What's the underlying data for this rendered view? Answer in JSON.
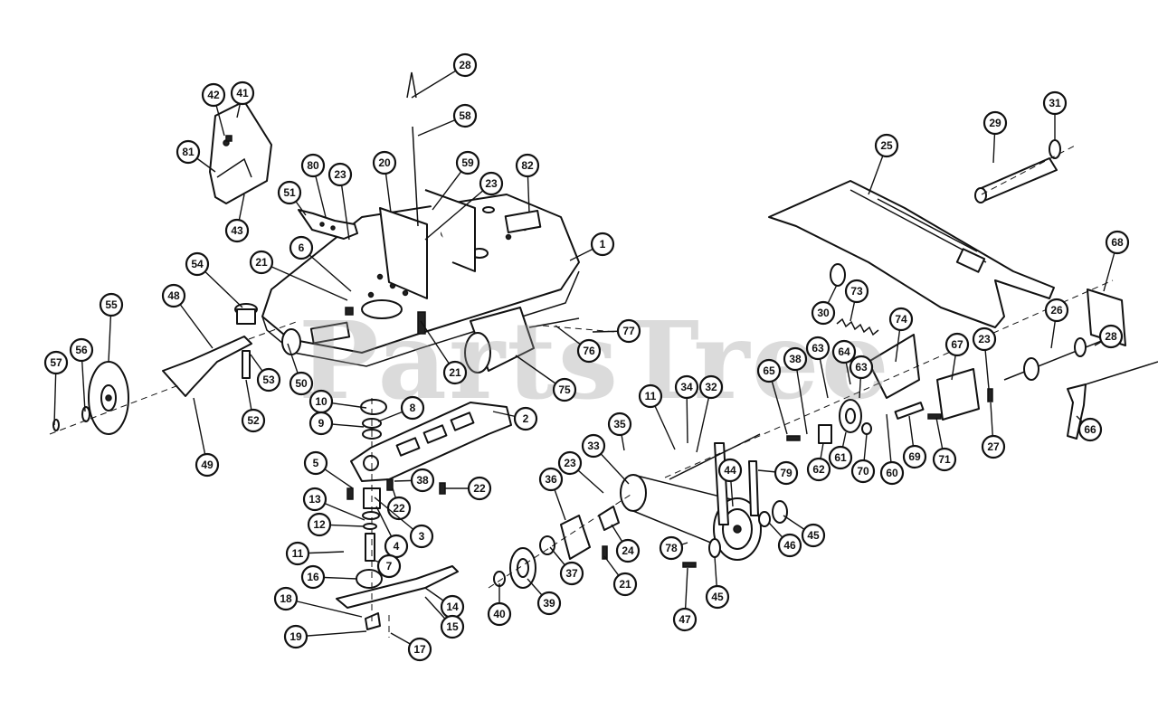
{
  "watermark": "PartsTree",
  "callouts": [
    {
      "label": "28"
    },
    {
      "label": "58"
    },
    {
      "label": "42"
    },
    {
      "label": "41"
    },
    {
      "label": "81"
    },
    {
      "label": "43"
    },
    {
      "label": "80"
    },
    {
      "label": "51"
    },
    {
      "label": "23"
    },
    {
      "label": "20"
    },
    {
      "label": "59"
    },
    {
      "label": "23"
    },
    {
      "label": "82"
    },
    {
      "label": "1"
    },
    {
      "label": "54"
    },
    {
      "label": "55"
    },
    {
      "label": "48"
    },
    {
      "label": "6"
    },
    {
      "label": "21"
    },
    {
      "label": "57"
    },
    {
      "label": "56"
    },
    {
      "label": "53"
    },
    {
      "label": "52"
    },
    {
      "label": "50"
    },
    {
      "label": "49"
    },
    {
      "label": "21"
    },
    {
      "label": "77"
    },
    {
      "label": "76"
    },
    {
      "label": "75"
    },
    {
      "label": "10"
    },
    {
      "label": "8"
    },
    {
      "label": "9"
    },
    {
      "label": "2"
    },
    {
      "label": "5"
    },
    {
      "label": "38"
    },
    {
      "label": "22"
    },
    {
      "label": "22"
    },
    {
      "label": "13"
    },
    {
      "label": "12"
    },
    {
      "label": "4"
    },
    {
      "label": "3"
    },
    {
      "label": "11"
    },
    {
      "label": "7"
    },
    {
      "label": "16"
    },
    {
      "label": "14"
    },
    {
      "label": "15"
    },
    {
      "label": "18"
    },
    {
      "label": "19"
    },
    {
      "label": "17"
    },
    {
      "label": "11"
    },
    {
      "label": "34"
    },
    {
      "label": "32"
    },
    {
      "label": "35"
    },
    {
      "label": "33"
    },
    {
      "label": "23"
    },
    {
      "label": "36"
    },
    {
      "label": "24"
    },
    {
      "label": "21"
    },
    {
      "label": "37"
    },
    {
      "label": "39"
    },
    {
      "label": "40"
    },
    {
      "label": "44"
    },
    {
      "label": "79"
    },
    {
      "label": "78"
    },
    {
      "label": "45"
    },
    {
      "label": "46"
    },
    {
      "label": "45"
    },
    {
      "label": "47"
    },
    {
      "label": "25"
    },
    {
      "label": "29"
    },
    {
      "label": "31"
    },
    {
      "label": "30"
    },
    {
      "label": "73"
    },
    {
      "label": "74"
    },
    {
      "label": "65"
    },
    {
      "label": "38"
    },
    {
      "label": "63"
    },
    {
      "label": "64"
    },
    {
      "label": "63"
    },
    {
      "label": "62"
    },
    {
      "label": "61"
    },
    {
      "label": "70"
    },
    {
      "label": "60"
    },
    {
      "label": "69"
    },
    {
      "label": "67"
    },
    {
      "label": "23"
    },
    {
      "label": "71"
    },
    {
      "label": "27"
    },
    {
      "label": "26"
    },
    {
      "label": "68"
    },
    {
      "label": "28"
    },
    {
      "label": "66"
    }
  ]
}
